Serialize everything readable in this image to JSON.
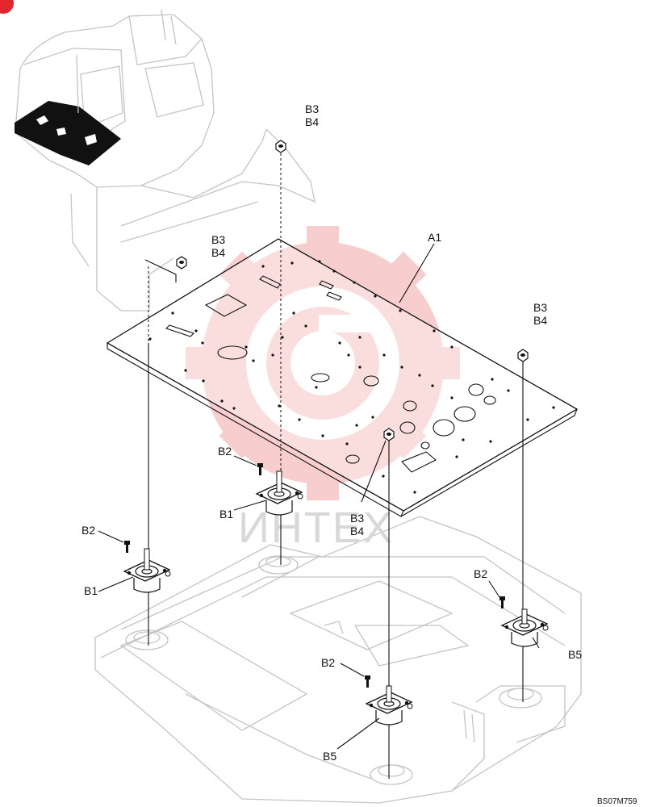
{
  "labels": {
    "a1": "A1",
    "b3_top_1": "B3",
    "b4_top_1": "B4",
    "b3_top_2": "B3",
    "b4_top_2": "B4",
    "b3_right_1": "B3",
    "b4_right_1": "B4",
    "b3_center_1": "B3",
    "b4_center_1": "B4",
    "b2_a": "B2",
    "b1_a": "B1",
    "b2_b": "B2",
    "b1_b": "B1",
    "b2_c": "B2",
    "b5_c": "B5",
    "b2_d": "B2",
    "b5_d": "B5"
  },
  "watermark": {
    "text": "ИНТЕХ",
    "color": "#f2a6a6"
  },
  "drawing_code": "BS07M759",
  "locator_badge": {
    "color": "#e3262e"
  }
}
